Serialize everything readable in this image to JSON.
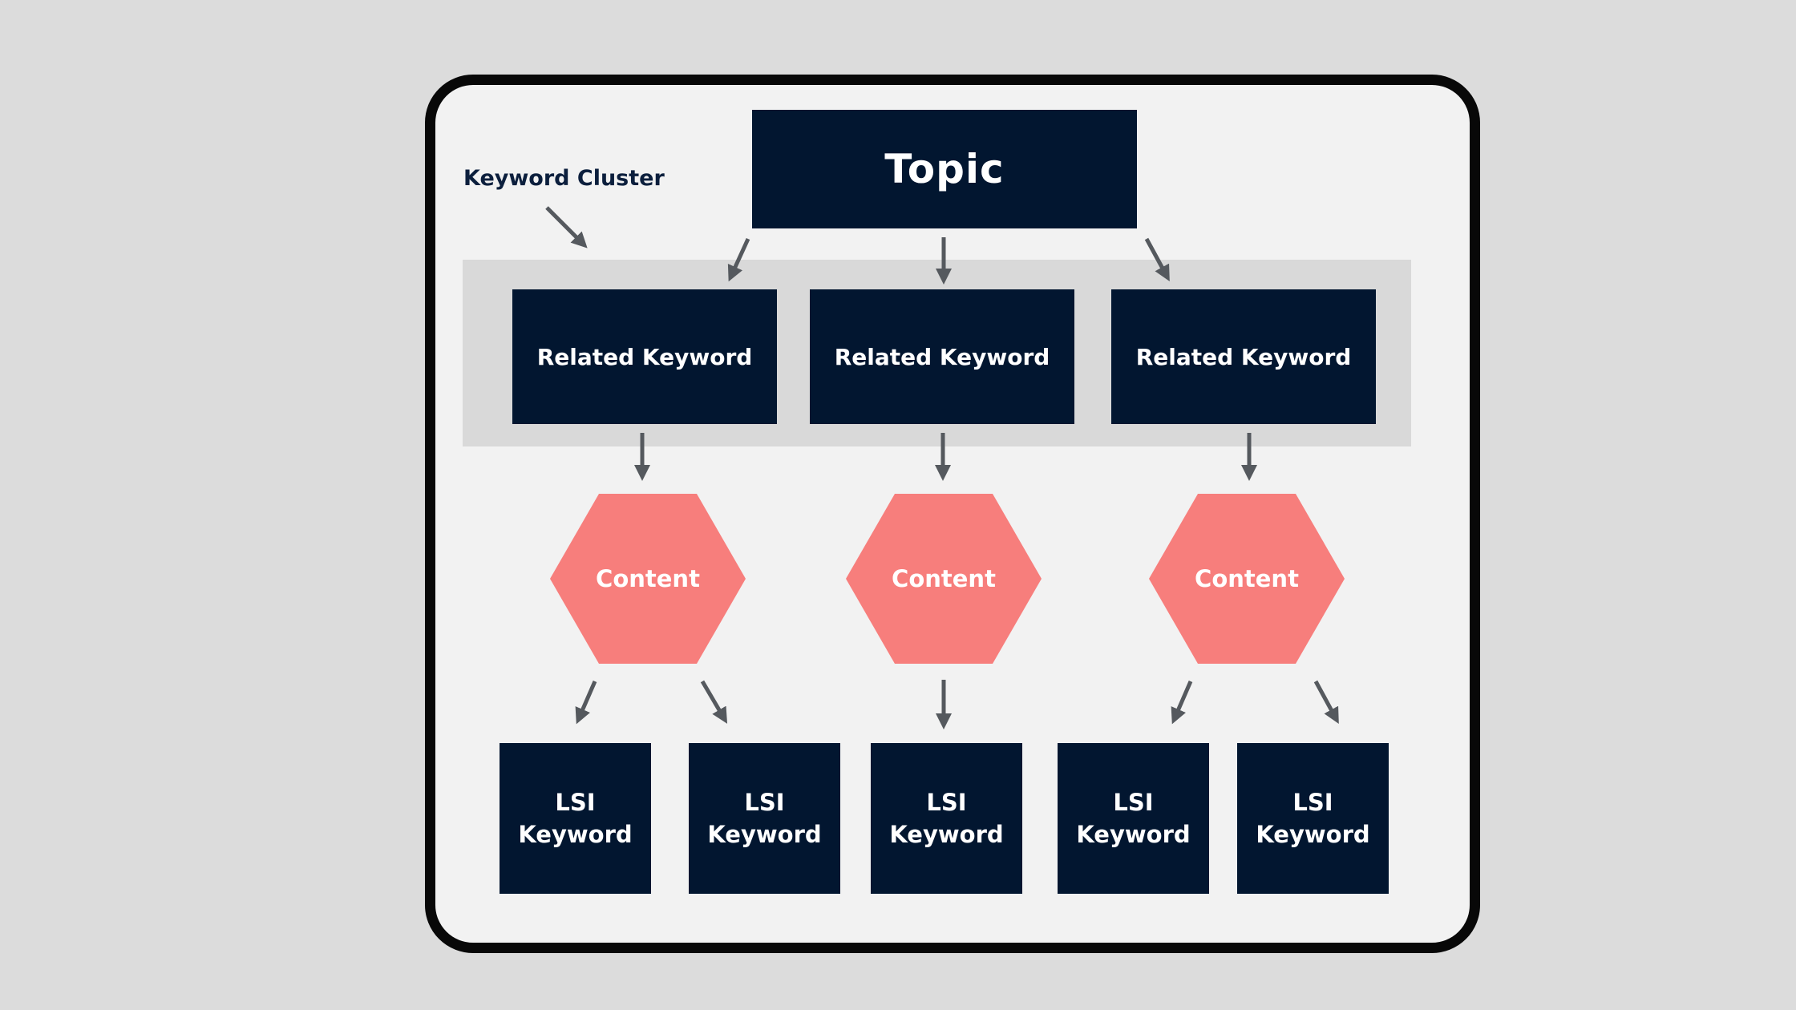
{
  "topic": {
    "label": "Topic"
  },
  "cluster": {
    "label": "Keyword Cluster"
  },
  "related_keywords": [
    {
      "label": "Related Keyword"
    },
    {
      "label": "Related Keyword"
    },
    {
      "label": "Related Keyword"
    }
  ],
  "content_nodes": [
    {
      "label": "Content"
    },
    {
      "label": "Content"
    },
    {
      "label": "Content"
    }
  ],
  "lsi_keywords": [
    {
      "line1": "LSI",
      "line2": "Keyword"
    },
    {
      "line1": "LSI",
      "line2": "Keyword"
    },
    {
      "line1": "LSI",
      "line2": "Keyword"
    },
    {
      "line1": "LSI",
      "line2": "Keyword"
    },
    {
      "line1": "LSI",
      "line2": "Keyword"
    }
  ],
  "colors": {
    "node_fill": "#021630",
    "content_fill": "#f77e7c",
    "arrow": "#55595e",
    "cluster_band": "#d9d9d9",
    "frame_border": "#080808",
    "frame_fill": "#f2f2f2",
    "background": "#dcdcdc"
  }
}
